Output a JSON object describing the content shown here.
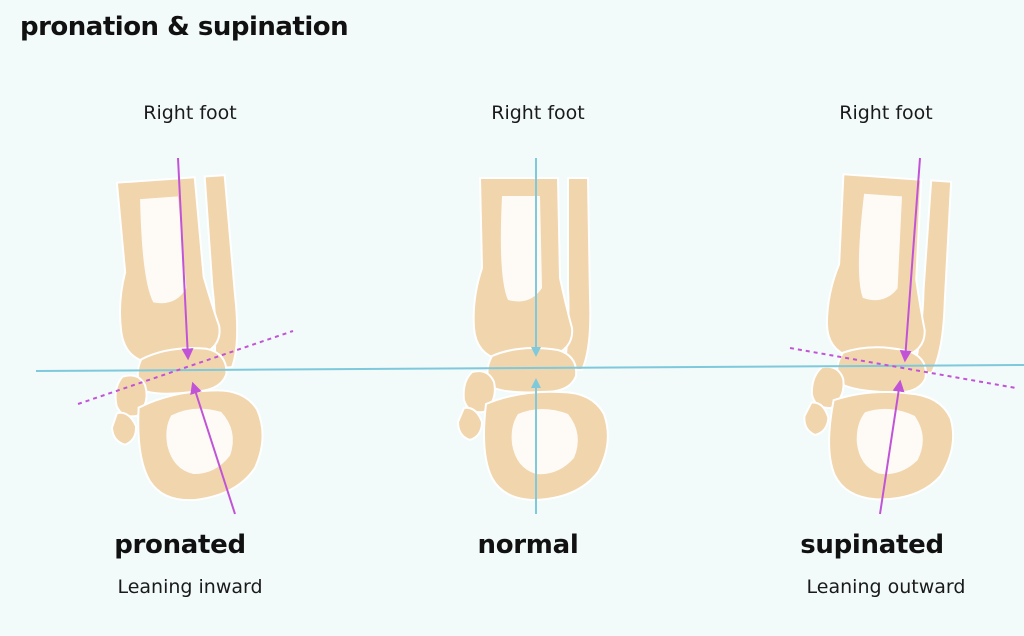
{
  "title": "pronation & supination",
  "panels": [
    {
      "foot_label": "Right foot",
      "condition": "pronated",
      "description": "Leaning inward"
    },
    {
      "foot_label": "Right foot",
      "condition": "normal",
      "description": ""
    },
    {
      "foot_label": "Right foot",
      "condition": "supinated",
      "description": "Leaning outward"
    }
  ],
  "colors": {
    "background": "#f2fafa",
    "bone": "#f1d5ad",
    "bone_outline": "#ffffff",
    "baseline": "#7ec9dc",
    "axis_line": "#c154d6"
  }
}
